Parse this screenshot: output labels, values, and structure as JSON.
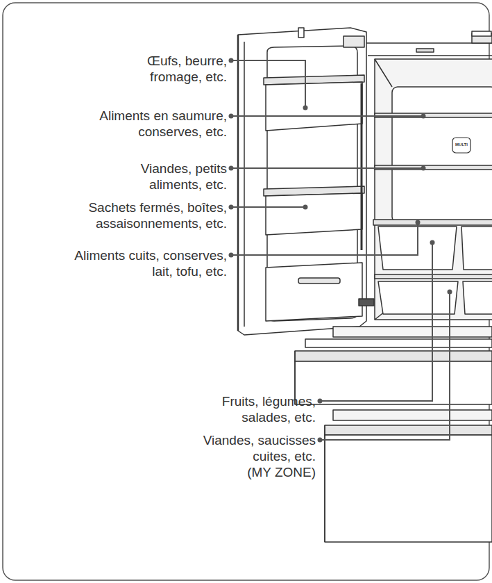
{
  "diagram": {
    "labels": [
      "Œufs, beurre, fromage, etc.",
      "Aliments en saumure, conserves, etc.",
      "Viandes, petits aliments, etc.",
      "Sachets fermés, boîtes, assaisonnements, etc.",
      "Aliments cuits, conserves, lait, tofu, etc.",
      "Fruits, légumes, salades, etc.",
      "Viandes, saucisses cuites, etc. (MY ZONE)",
      "MULTI"
    ]
  }
}
